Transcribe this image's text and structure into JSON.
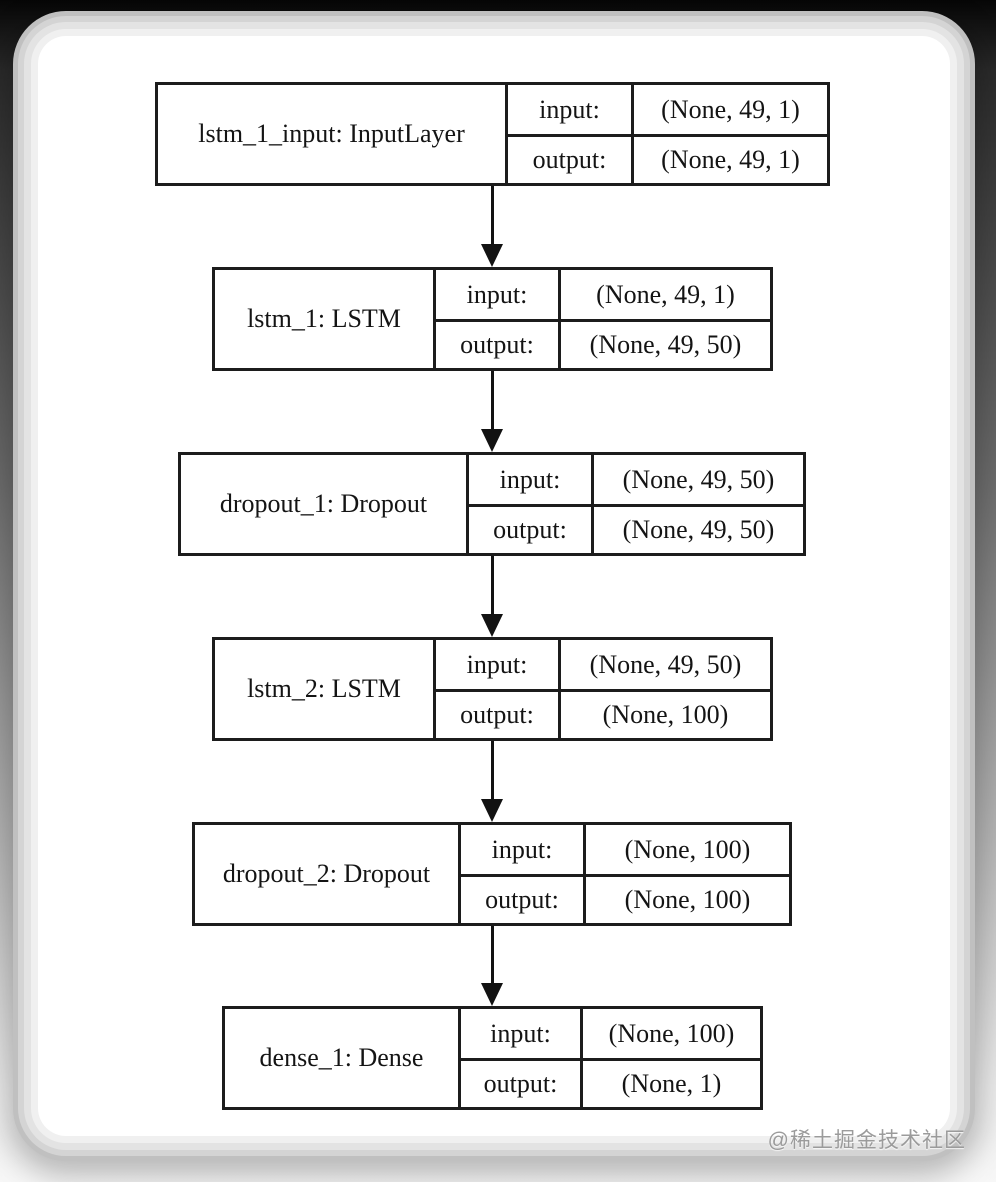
{
  "diagram": {
    "kind": "keras-model-architecture",
    "labels": {
      "input": "input:",
      "output": "output:"
    },
    "nodes": [
      {
        "name": "lstm_1_input: InputLayer",
        "input_shape": "(None, 49, 1)",
        "output_shape": "(None, 49, 1)"
      },
      {
        "name": "lstm_1: LSTM",
        "input_shape": "(None, 49, 1)",
        "output_shape": "(None, 49, 50)"
      },
      {
        "name": "dropout_1: Dropout",
        "input_shape": "(None, 49, 50)",
        "output_shape": "(None, 49, 50)"
      },
      {
        "name": "lstm_2: LSTM",
        "input_shape": "(None, 49, 50)",
        "output_shape": "(None, 100)"
      },
      {
        "name": "dropout_2: Dropout",
        "input_shape": "(None, 100)",
        "output_shape": "(None, 100)"
      },
      {
        "name": "dense_1: Dense",
        "input_shape": "(None, 100)",
        "output_shape": "(None, 1)"
      }
    ]
  },
  "watermark": {
    "text": "@稀土掘金技术社区"
  },
  "colors": {
    "border": "#1c1c1c",
    "text": "#141414",
    "card_background": "#ffffff",
    "watermark_text": "#9b9b9b"
  }
}
